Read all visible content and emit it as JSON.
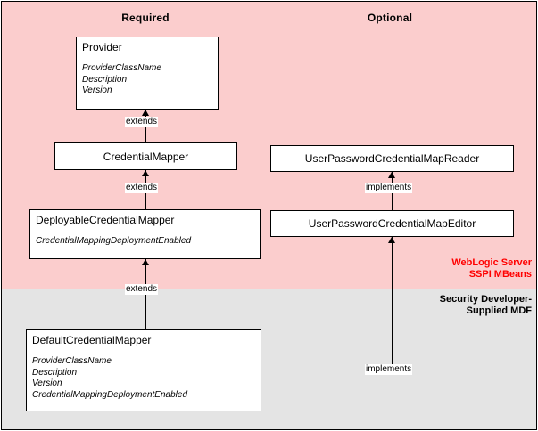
{
  "diagram": {
    "columns": [
      {
        "name": "required",
        "label": "Required"
      },
      {
        "name": "optional",
        "label": "Optional"
      }
    ],
    "sections": [
      {
        "name": "sspi-mbeans",
        "label": "WebLogic Server\nSSPI MBeans",
        "color": "#ff0000",
        "background": "#fbcdcd"
      },
      {
        "name": "security-developer-mdf",
        "label": "Security Developer-\nSupplied MDF",
        "color": "#000000",
        "background": "#e4e4e4"
      }
    ],
    "classes": [
      {
        "id": "provider",
        "title": "Provider",
        "attributes": [
          "ProviderClassName",
          "Description",
          "Version"
        ]
      },
      {
        "id": "credential-mapper",
        "title": "CredentialMapper",
        "attributes": []
      },
      {
        "id": "deployable-credential-mapper",
        "title": "DeployableCredentialMapper",
        "attributes": [
          "CredentialMappingDeploymentEnabled"
        ]
      },
      {
        "id": "default-credential-mapper",
        "title": "DefaultCredentialMapper",
        "attributes": [
          "ProviderClassName",
          "Description",
          "Version",
          "CredentialMappingDeploymentEnabled"
        ]
      },
      {
        "id": "user-password-credential-map-reader",
        "title": "UserPasswordCredentialMapReader",
        "attributes": []
      },
      {
        "id": "user-password-credential-map-editor",
        "title": "UserPasswordCredentialMapEditor",
        "attributes": []
      }
    ],
    "relationships": [
      {
        "id": "credential-mapper-extends-provider",
        "from": "credential-mapper",
        "to": "provider",
        "label": "extends"
      },
      {
        "id": "deployable-extends-credential-mapper",
        "from": "deployable-credential-mapper",
        "to": "credential-mapper",
        "label": "extends"
      },
      {
        "id": "default-extends-deployable",
        "from": "default-credential-mapper",
        "to": "deployable-credential-mapper",
        "label": "extends"
      },
      {
        "id": "editor-implements-reader",
        "from": "user-password-credential-map-editor",
        "to": "user-password-credential-map-reader",
        "label": "implements"
      },
      {
        "id": "default-implements-editor",
        "from": "default-credential-mapper",
        "to": "user-password-credential-map-editor",
        "label": "implements"
      }
    ]
  }
}
